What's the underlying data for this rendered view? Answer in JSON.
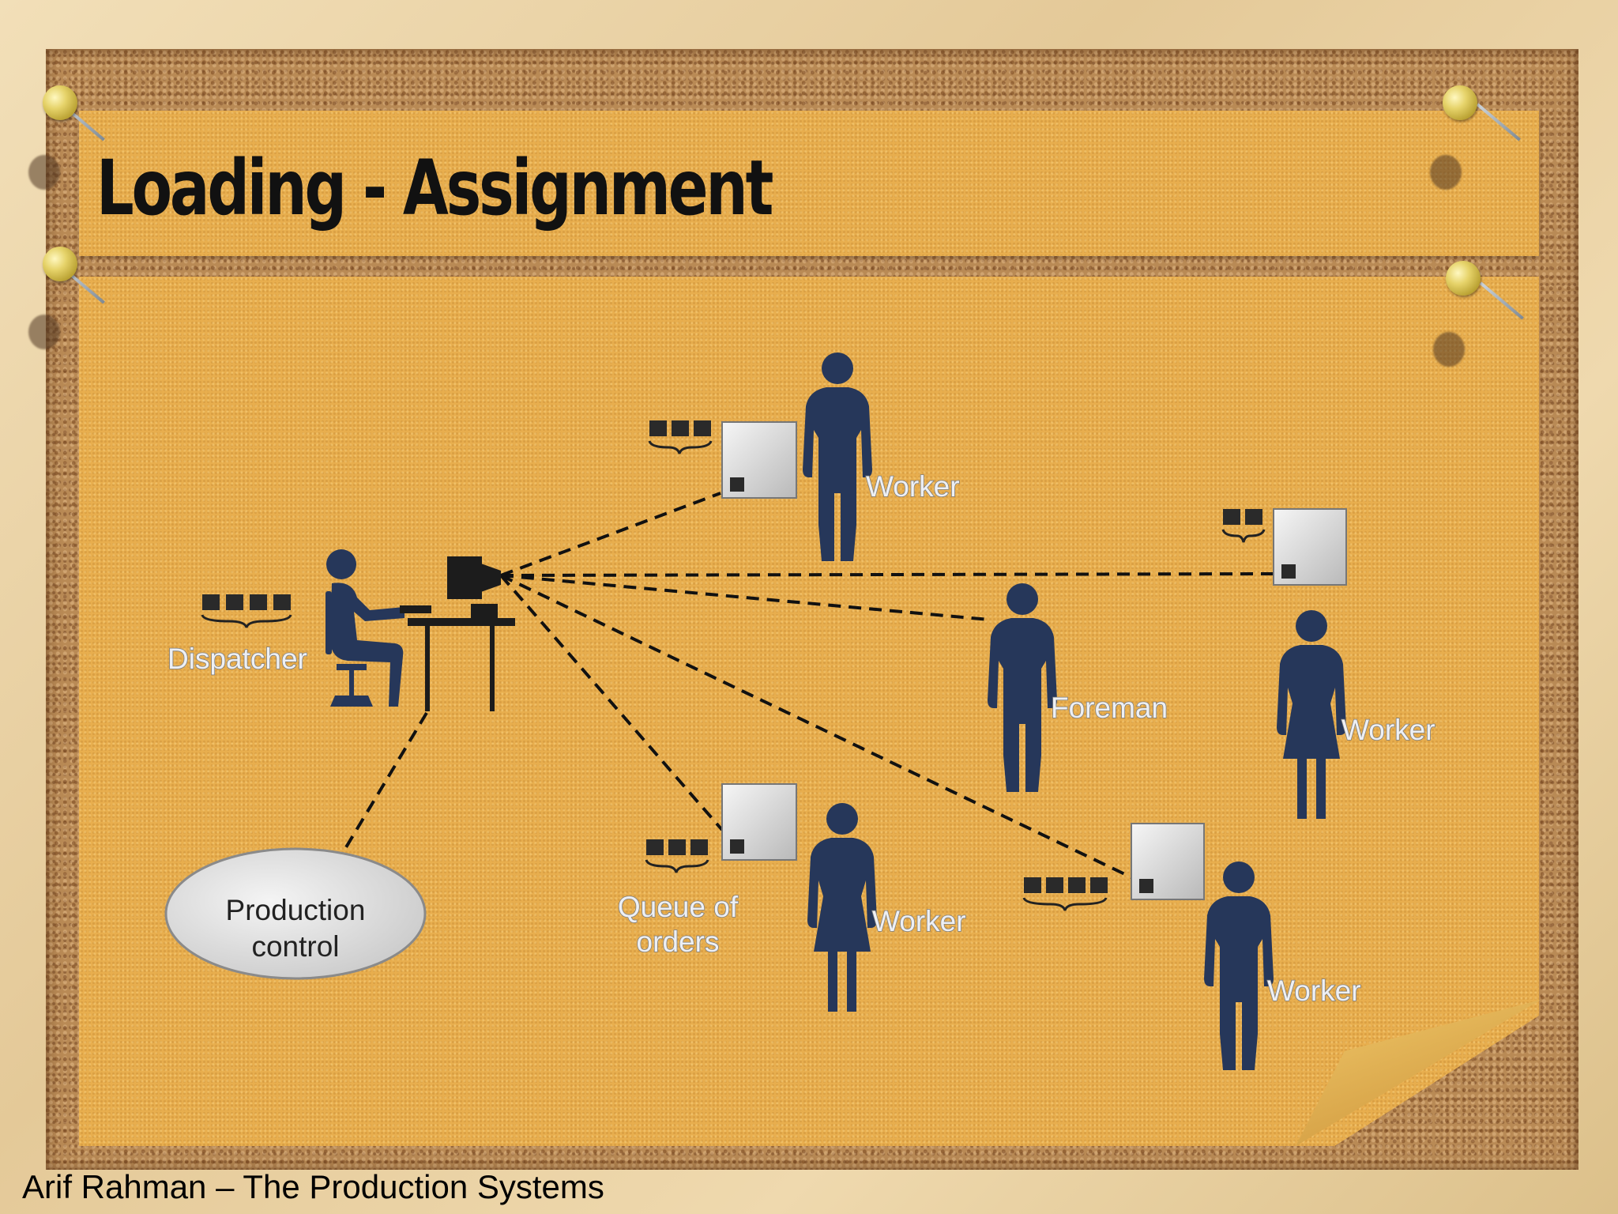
{
  "slide": {
    "title": "Loading - Assignment",
    "footer": "Arif Rahman – The Production Systems"
  },
  "diagram": {
    "dispatcher_label": "Dispatcher",
    "production_control_line1": "Production",
    "production_control_line2": "control",
    "queue_label_line1": "Queue of",
    "queue_label_line2": "orders",
    "foreman_label": "Foreman",
    "worker_label": "Worker",
    "workers": [
      {
        "label": "Worker",
        "queue_items": 3
      },
      {
        "label": "Worker",
        "queue_items": 2
      },
      {
        "label": "Worker",
        "queue_items": 3
      },
      {
        "label": "Worker",
        "queue_items": 4
      },
      {
        "label": "Worker",
        "queue_items": 0
      }
    ],
    "dispatcher_queue_items": 4
  },
  "colors": {
    "figure": "#26375a",
    "line": "#111111",
    "paper": "#e8ae4e"
  }
}
